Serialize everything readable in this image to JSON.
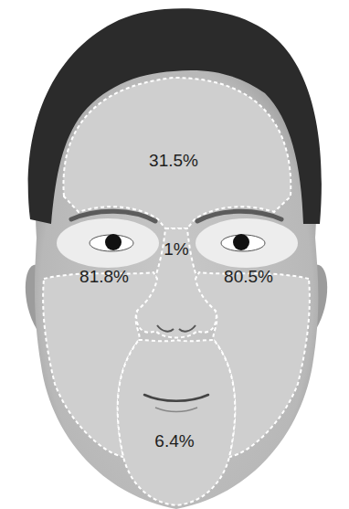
{
  "diagram": {
    "nodes": [
      {
        "text": [
          "31.5%"
        ]
      },
      {
        "text": [
          "1%"
        ]
      },
      {
        "text": [
          "81.8%"
        ]
      },
      {
        "text": [
          "80.5%"
        ]
      },
      {
        "text": [
          "6.4%"
        ]
      }
    ]
  }
}
